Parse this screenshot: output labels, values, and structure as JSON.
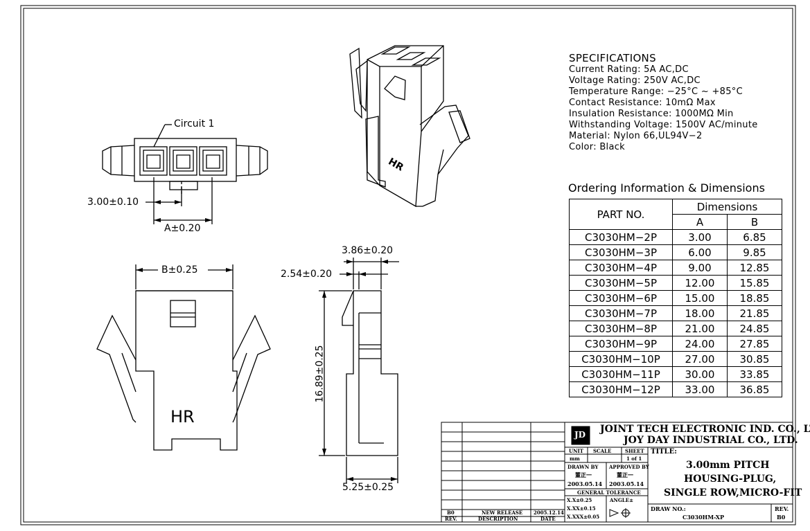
{
  "specifications": {
    "title": "SPECIFICATIONS",
    "lines": [
      "Current Rating: 5A AC,DC",
      "Voltage Rating: 250V AC,DC",
      "Temperature Range: −25°C ~ +85°C",
      "Contact Resistance: 10mΩ Max",
      "Insulation Resistance: 1000MΩ Min",
      "Withstanding Voltage: 1500V AC/minute",
      "Material: Nylon 66,UL94V−2",
      "Color: Black"
    ]
  },
  "ordering": {
    "title": "Ordering Information & Dimensions",
    "part_no_header": "PART NO.",
    "dimensions_header": "Dimensions",
    "col_a": "A",
    "col_b": "B",
    "rows": [
      {
        "part": "C3030HM−2P",
        "a": "3.00",
        "b": "6.85"
      },
      {
        "part": "C3030HM−3P",
        "a": "6.00",
        "b": "9.85"
      },
      {
        "part": "C3030HM−4P",
        "a": "9.00",
        "b": "12.85"
      },
      {
        "part": "C3030HM−5P",
        "a": "12.00",
        "b": "15.85"
      },
      {
        "part": "C3030HM−6P",
        "a": "15.00",
        "b": "18.85"
      },
      {
        "part": "C3030HM−7P",
        "a": "18.00",
        "b": "21.85"
      },
      {
        "part": "C3030HM−8P",
        "a": "21.00",
        "b": "24.85"
      },
      {
        "part": "C3030HM−9P",
        "a": "24.00",
        "b": "27.85"
      },
      {
        "part": "C3030HM−10P",
        "a": "27.00",
        "b": "30.85"
      },
      {
        "part": "C3030HM−11P",
        "a": "30.00",
        "b": "33.85"
      },
      {
        "part": "C3030HM−12P",
        "a": "33.00",
        "b": "36.85"
      }
    ]
  },
  "drawing_labels": {
    "circuit1": "Circuit 1",
    "pitch": "3.00±0.10",
    "a_dim": "A±0.20",
    "b_dim": "B±0.25",
    "hr": "HR",
    "side_top": "3.86±0.20",
    "side_left": "2.54±0.20",
    "height": "16.89±0.25",
    "side_bottom": "5.25±0.25",
    "iso_logo": "HR"
  },
  "title_block": {
    "company1": "JOINT TECH ELECTRONIC IND. CO., LTD.",
    "company2": "JOY DAY INDUSTRIAL CO., LTD.",
    "unit_label": "UNIT",
    "scale_label": "SCALE",
    "sheet_label": "SHEET",
    "unit_value": "mm",
    "sheet_value": "1 of 1",
    "drawn_by_label": "DRAWN BY",
    "approved_by_label": "APPROVED BY",
    "drawn_by_name": "董正一",
    "approved_by_name": "董正一",
    "drawn_date": "2003.05.14",
    "approved_date": "2003.05.14",
    "general_tolerance": "GENERAL TOLERANCE",
    "tol_x": "X.X±0.25",
    "tol_xx": "X.XX±0.15",
    "tol_xxx": "X.XXX±0.05",
    "angle_label": "ANGLE±",
    "title_label": "TITLE:",
    "title_line1": "3.00mm PITCH",
    "title_line2": "HOUSING-PLUG,",
    "title_line3": "SINGLE ROW,MICRO-FIT",
    "draw_no_label": "DRAW NO.:",
    "draw_no": "C3030HM-XP",
    "rev_label": "REV.",
    "rev_value": "B0",
    "rev_row": {
      "rev": "B0",
      "description": "NEW RELEASE",
      "date": "2005.12.14"
    },
    "rev_header": {
      "rev": "REV.",
      "description": "DESCRIPTION",
      "date": "DATE"
    },
    "logo_text": "JD"
  }
}
